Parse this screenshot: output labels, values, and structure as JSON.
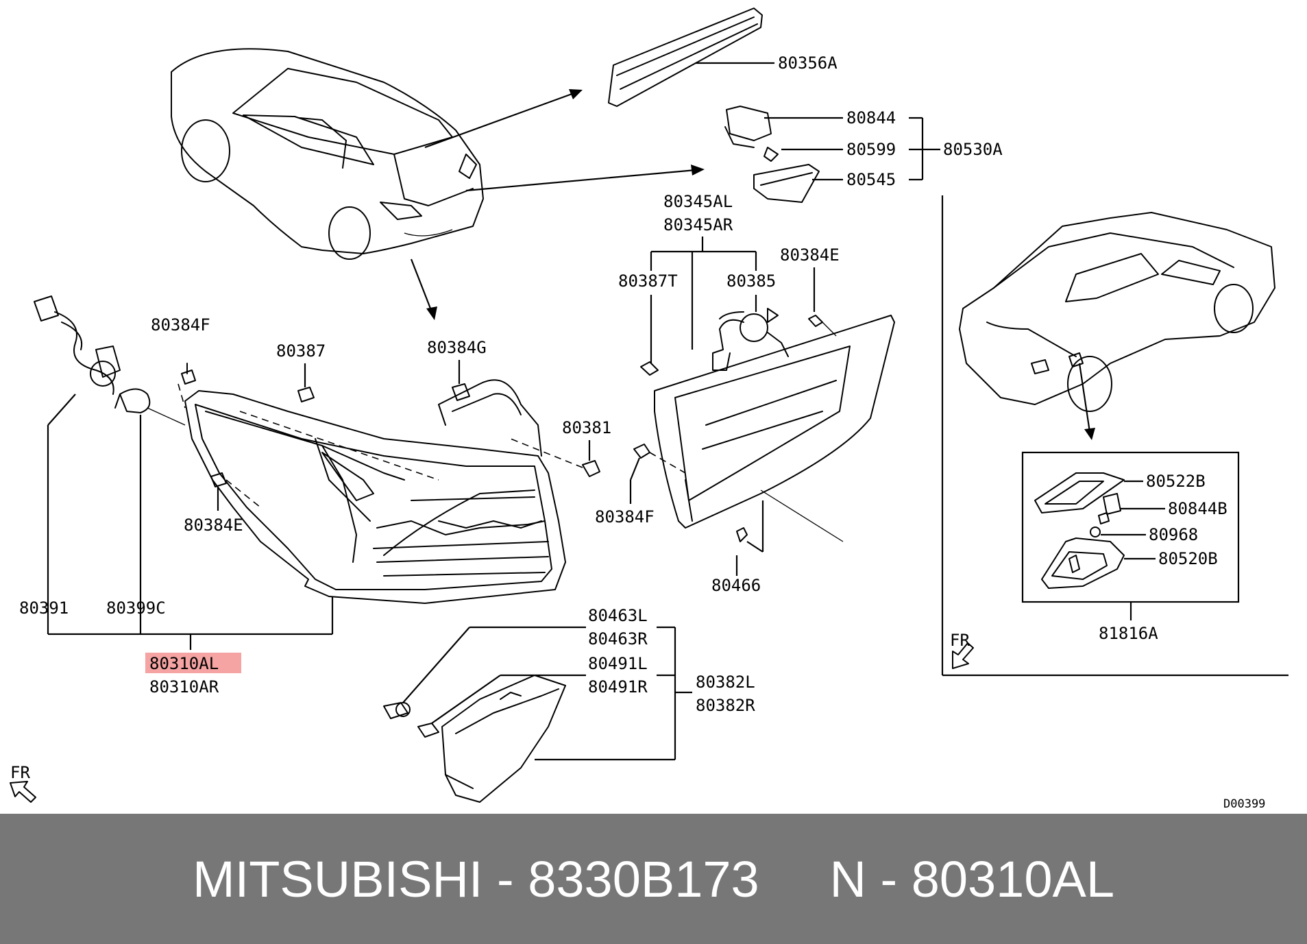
{
  "diagram": {
    "drawing_code": "D00399",
    "highlight_color": "#f5a3a3",
    "parts": {
      "p80356A": "80356A",
      "p80844": "80844",
      "p80599": "80599",
      "p80545": "80545",
      "p80530A": "80530A",
      "p80345AL": "80345AL",
      "p80345AR": "80345AR",
      "p80387T": "80387T",
      "p80385": "80385",
      "p80384E_r": "80384E",
      "p80384F_l": "80384F",
      "p80387": "80387",
      "p80384G": "80384G",
      "p80381": "80381",
      "p80384F_m": "80384F",
      "p80384E_l": "80384E",
      "p80466": "80466",
      "p80391": "80391",
      "p80399C": "80399C",
      "p80310AL": "80310AL",
      "p80310AR": "80310AR",
      "p80463L": "80463L",
      "p80463R": "80463R",
      "p80491L": "80491L",
      "p80491R": "80491R",
      "p80382L": "80382L",
      "p80382R": "80382R",
      "p80522B": "80522B",
      "p80844B": "80844B",
      "p80968": "80968",
      "p80520B": "80520B",
      "p81816A": "81816A"
    },
    "fr_left": "FR",
    "fr_right": "FR"
  },
  "footer": {
    "brand_part": "MITSUBISHI - 8330B173",
    "n_part": "N - 80310AL"
  }
}
